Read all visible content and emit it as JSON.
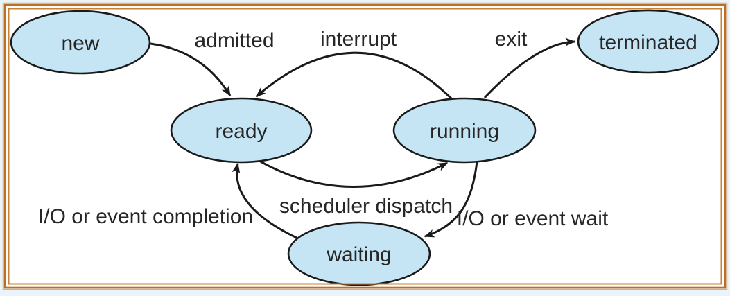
{
  "diagram": {
    "type": "state-diagram",
    "subject": "process states"
  },
  "colors": {
    "page_bg": "#e9f4fb",
    "panel_bg": "#ffffff",
    "frame_highlight": "#e5ab6e",
    "frame_outer": "#bd6e26",
    "frame_inner": "#c97f35",
    "state_fill": "#c5e5f5",
    "line": "#1a1a1a",
    "text": "#262626"
  },
  "states": [
    {
      "id": "new",
      "label": "new"
    },
    {
      "id": "ready",
      "label": "ready"
    },
    {
      "id": "running",
      "label": "running"
    },
    {
      "id": "waiting",
      "label": "waiting"
    },
    {
      "id": "terminated",
      "label": "terminated"
    }
  ],
  "transitions": [
    {
      "label": "admitted",
      "from": "new",
      "to": "ready"
    },
    {
      "label": "interrupt",
      "from": "running",
      "to": "ready"
    },
    {
      "label": "exit",
      "from": "running",
      "to": "terminated"
    },
    {
      "label": "scheduler dispatch",
      "from": "ready",
      "to": "running"
    },
    {
      "label": "I/O or event wait",
      "from": "running",
      "to": "waiting"
    },
    {
      "label": "I/O or event completion",
      "from": "waiting",
      "to": "ready"
    }
  ]
}
